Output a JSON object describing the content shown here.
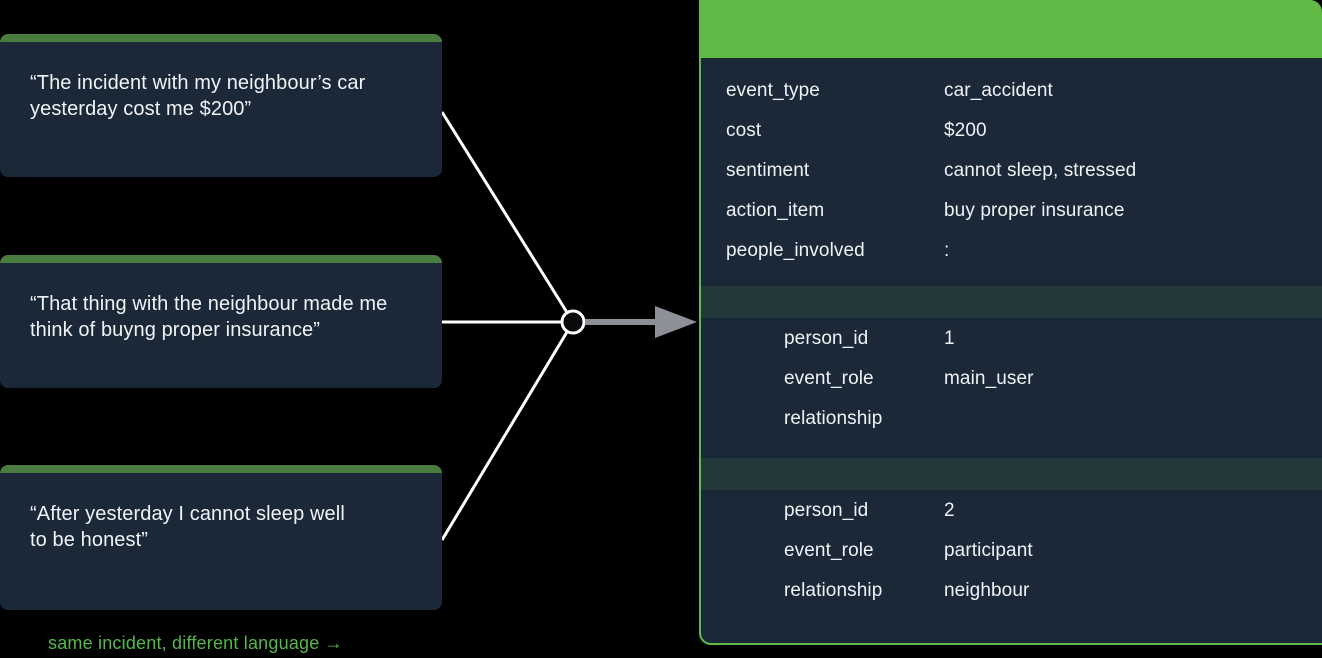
{
  "quotes": [
    {
      "id": "quote-card-1",
      "text": "“The incident with my neighbour’s car\nyesterday cost me $200”"
    },
    {
      "id": "quote-card-2",
      "text": "“That thing with the neighbour made me\nthink of buyng proper insurance”"
    },
    {
      "id": "quote-card-3",
      "text": "“After yesterday I cannot sleep well\nto be honest”"
    }
  ],
  "caption": {
    "text": "same incident, different language →"
  },
  "schema": {
    "header_label": "",
    "fields": [
      {
        "label": "event_type",
        "value": "car_accident"
      },
      {
        "label": "cost",
        "value": "$200"
      },
      {
        "label": "sentiment",
        "value": "cannot sleep, stressed"
      },
      {
        "label": "action_item",
        "value": "buy proper insurance"
      },
      {
        "label": "people_involved",
        "value": ":"
      }
    ],
    "people": [
      {
        "rows": [
          {
            "label": "person_id",
            "value": "1"
          },
          {
            "label": "event_role",
            "value": "main_user"
          },
          {
            "label": "relationship",
            "value": ""
          }
        ]
      },
      {
        "rows": [
          {
            "label": "person_id",
            "value": "2"
          },
          {
            "label": "event_role",
            "value": "participant"
          },
          {
            "label": "relationship",
            "value": "neighbour"
          }
        ]
      }
    ]
  },
  "colors": {
    "background": "#000000",
    "card_background": "#1b2838",
    "card_accent": "#4a7c3f",
    "panel_header_green": "#5fbb46",
    "panel_border_green": "#5fbb46",
    "group_divider": "#22383a",
    "caption_green": "#54b948",
    "connector_line": "#ffffff",
    "arrow_gray": "#8d9096",
    "text_primary": "#eef2f5"
  }
}
